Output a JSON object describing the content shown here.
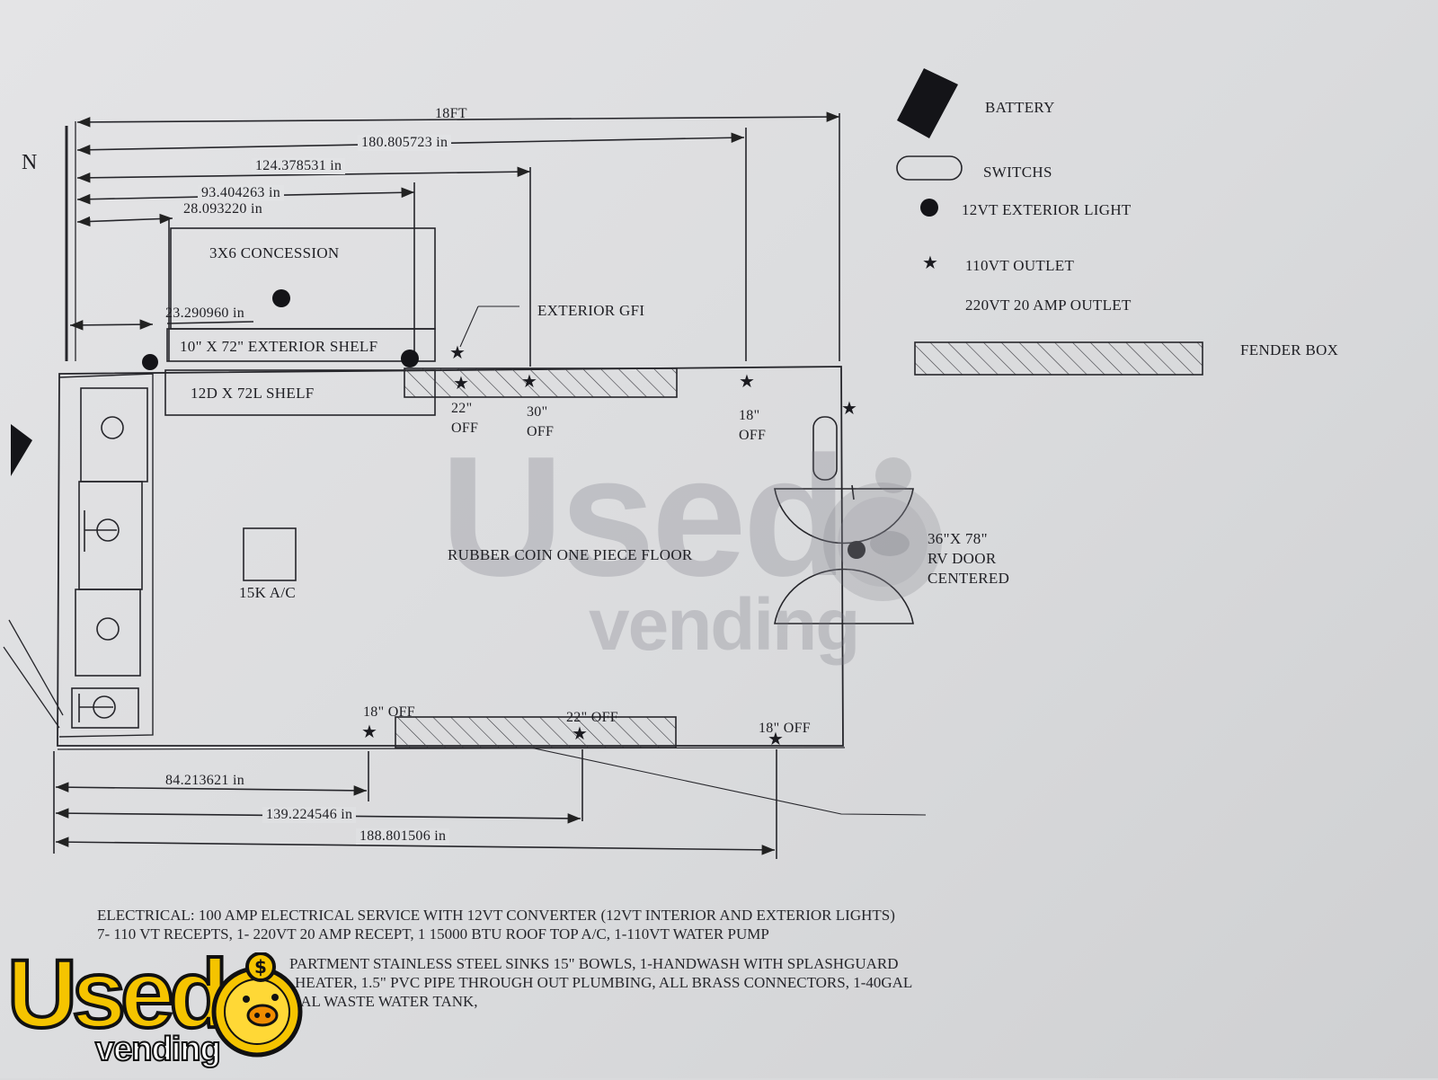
{
  "plan": {
    "north_label": "N",
    "dim_top_overall": "18FT",
    "dim_top_1": "180.805723 in",
    "dim_top_2": "124.378531 in",
    "dim_top_3": "93.404263 in",
    "dim_top_4": "28.093220 in",
    "dim_left_shelf": "23.290960 in",
    "concession_label": "3X6 CONCESSION",
    "exterior_shelf_label": "10\" X 72\" EXTERIOR SHELF",
    "interior_shelf_label": "12D X 72L SHELF",
    "exterior_gfi_label": "EXTERIOR GFI",
    "outlet_22_top": "22\"",
    "outlet_22_top_off": "OFF",
    "outlet_30_top": "30\"",
    "outlet_30_top_off": "OFF",
    "outlet_18_top": "18\"",
    "outlet_18_top_off": "OFF",
    "ac_label": "15K A/C",
    "floor_label": "RUBBER COIN ONE PIECE FLOOR",
    "door_label_1": "36\"X 78\"",
    "door_label_2": "RV DOOR",
    "door_label_3": "CENTERED",
    "outlet_bottom_1": "18\" OFF",
    "outlet_bottom_2": "22\" OFF",
    "outlet_bottom_3": "18\" OFF",
    "dim_bottom_1": "84.213621 in",
    "dim_bottom_2": "139.224546 in",
    "dim_bottom_3": "188.801506 in"
  },
  "legend": {
    "battery": "BATTERY",
    "switches": "SWITCHS",
    "exterior_light": "12VT EXTERIOR LIGHT",
    "outlet_110": "110VT OUTLET",
    "outlet_220": "220VT 20 AMP OUTLET",
    "fender_box": "FENDER BOX"
  },
  "notes": {
    "line1": "ELECTRICAL: 100 AMP ELECTRICAL SERVICE WITH 12VT CONVERTER (12VT INTERIOR AND EXTERIOR LIGHTS)",
    "line2": "7- 110 VT RECEPTS, 1- 220VT 20 AMP RECEPT, 1 15000 BTU ROOF TOP A/C, 1-110VT WATER PUMP",
    "line3": "PARTMENT STAINLESS STEEL SINKS 15\" BOWLS, 1-HANDWASH WITH SPLASHGUARD",
    "line4": "HEATER, 1.5\" PVC PIPE THROUGH OUT PLUMBING, ALL BRASS CONNECTORS, 1-40GAL",
    "line5": "GAL WASTE WATER TANK,"
  },
  "watermark": {
    "word1": "Used",
    "word2": "vending"
  },
  "logo": {
    "word1": "Used",
    "word2": "vending",
    "symbol": "$"
  },
  "icon_names": {
    "battery": "battery-icon",
    "switch": "switch-icon",
    "light": "light-dot-icon",
    "outlet": "star-outlet-icon",
    "fender": "hatched-box-icon"
  },
  "colors": {
    "ink": "#1e1e22",
    "paper": "#dedfe1",
    "logo_yellow": "#f5c400"
  }
}
